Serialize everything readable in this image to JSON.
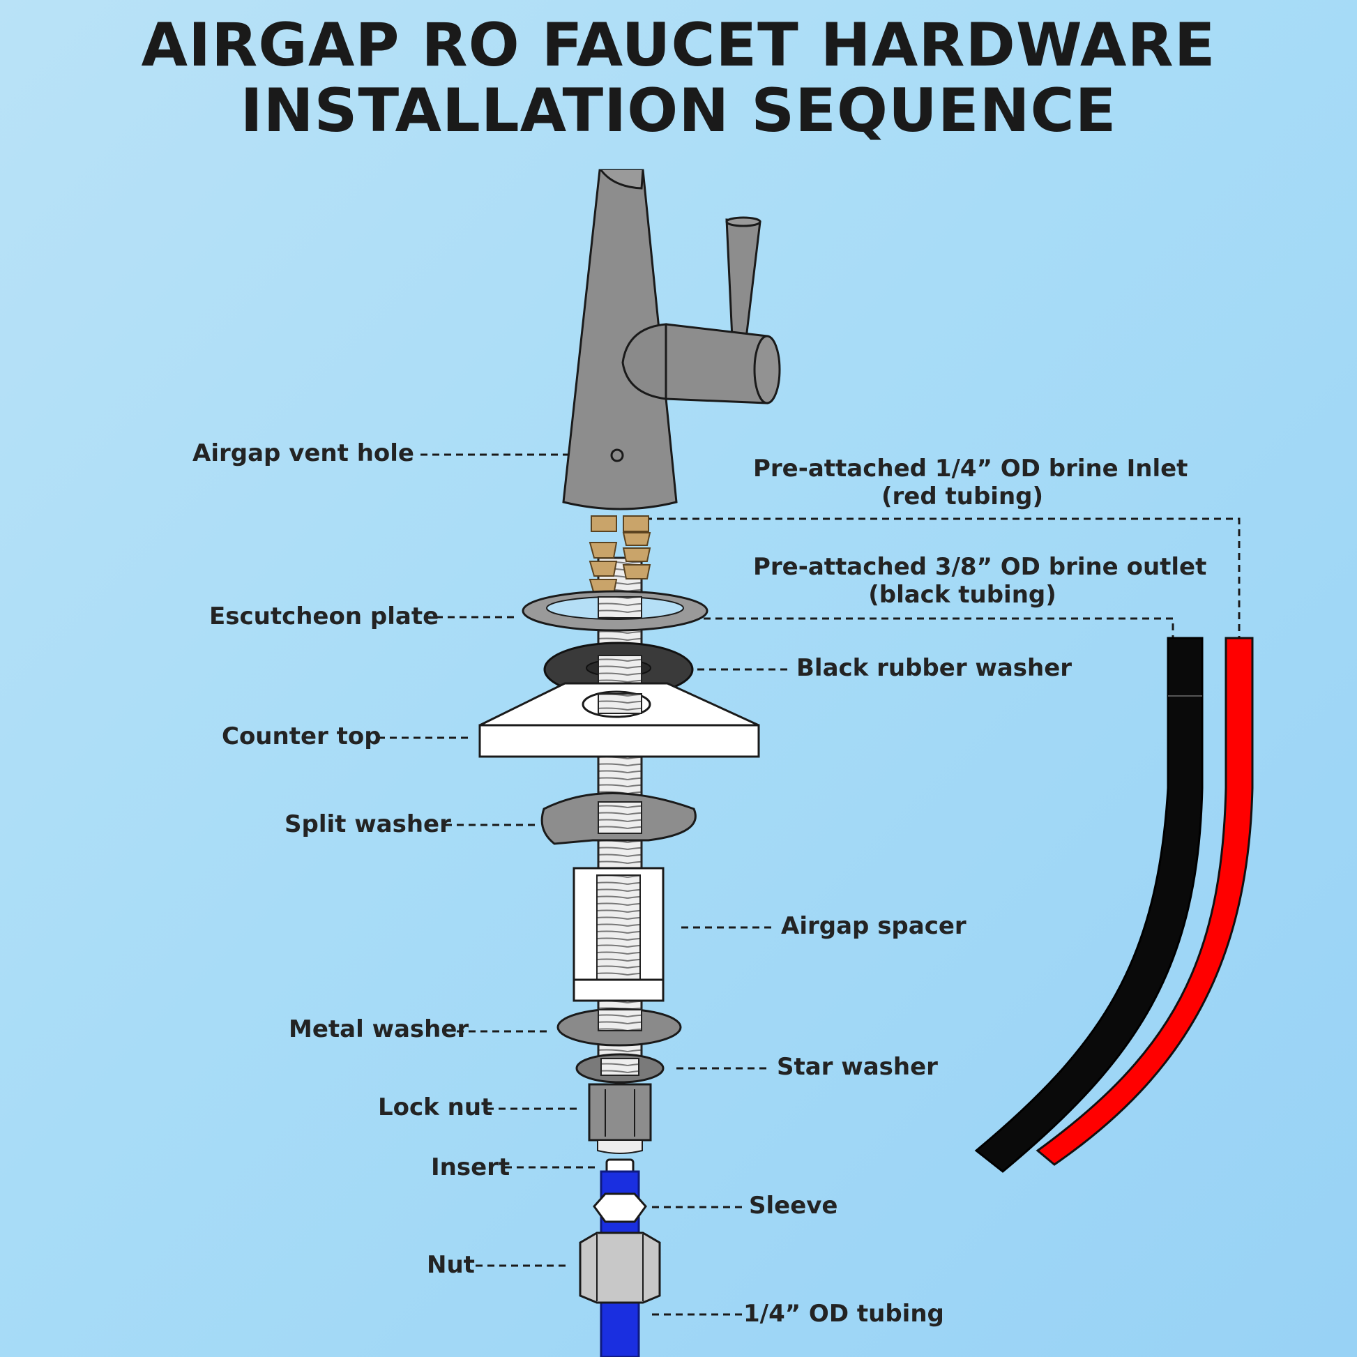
{
  "title": {
    "line1": "AIRGAP RO FAUCET HARDWARE",
    "line2": "INSTALLATION SEQUENCE"
  },
  "labels": {
    "airgap_vent_hole": "Airgap vent hole",
    "brine_inlet": "Pre-attached 1/4” OD brine Inlet",
    "brine_inlet_sub": "(red tubing)",
    "brine_outlet": "Pre-attached 3/8” OD brine outlet",
    "brine_outlet_sub": "(black tubing)",
    "escutcheon_plate": "Escutcheon plate",
    "black_rubber_washer": "Black rubber washer",
    "counter_top": "Counter top",
    "split_washer": "Split washer",
    "airgap_spacer": "Airgap spacer",
    "metal_washer": "Metal washer",
    "star_washer": "Star washer",
    "lock_nut": "Lock nut",
    "insert": "Insert",
    "sleeve": "Sleeve",
    "nut": "Nut",
    "od_tubing": "1/4” OD tubing"
  },
  "colors": {
    "faucet": "#8d8d8d",
    "brass": "#c9a46a",
    "red_tubing": "#ff0000",
    "black_tubing": "#0a0a0a",
    "blue_tubing": "#1a2fe0"
  }
}
